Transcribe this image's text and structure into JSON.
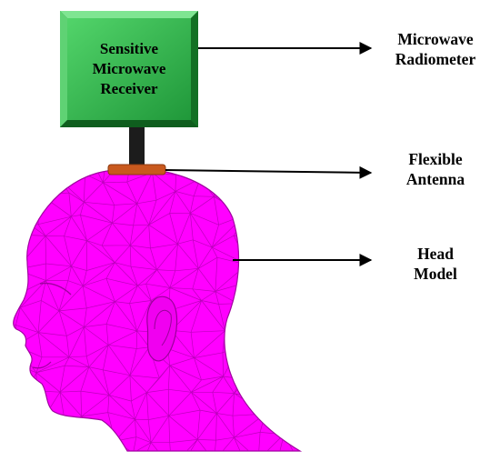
{
  "receiver": {
    "line1": "Sensitive",
    "line2": "Microwave",
    "line3": "Receiver"
  },
  "labels": {
    "radiometer": {
      "line1": "Microwave",
      "line2": "Radiometer"
    },
    "antenna": {
      "line1": "Flexible",
      "line2": "Antenna"
    },
    "head": {
      "line1": "Head",
      "line2": "Model"
    }
  },
  "colors": {
    "receiver_box": "#2db24a",
    "receiver_edge": "#167a2c",
    "antenna": "#c9591e",
    "head_fill": "#ff00ff",
    "mesh_lines": "#b000b0",
    "connector": "#1c1c1c",
    "arrows": "#000000"
  }
}
